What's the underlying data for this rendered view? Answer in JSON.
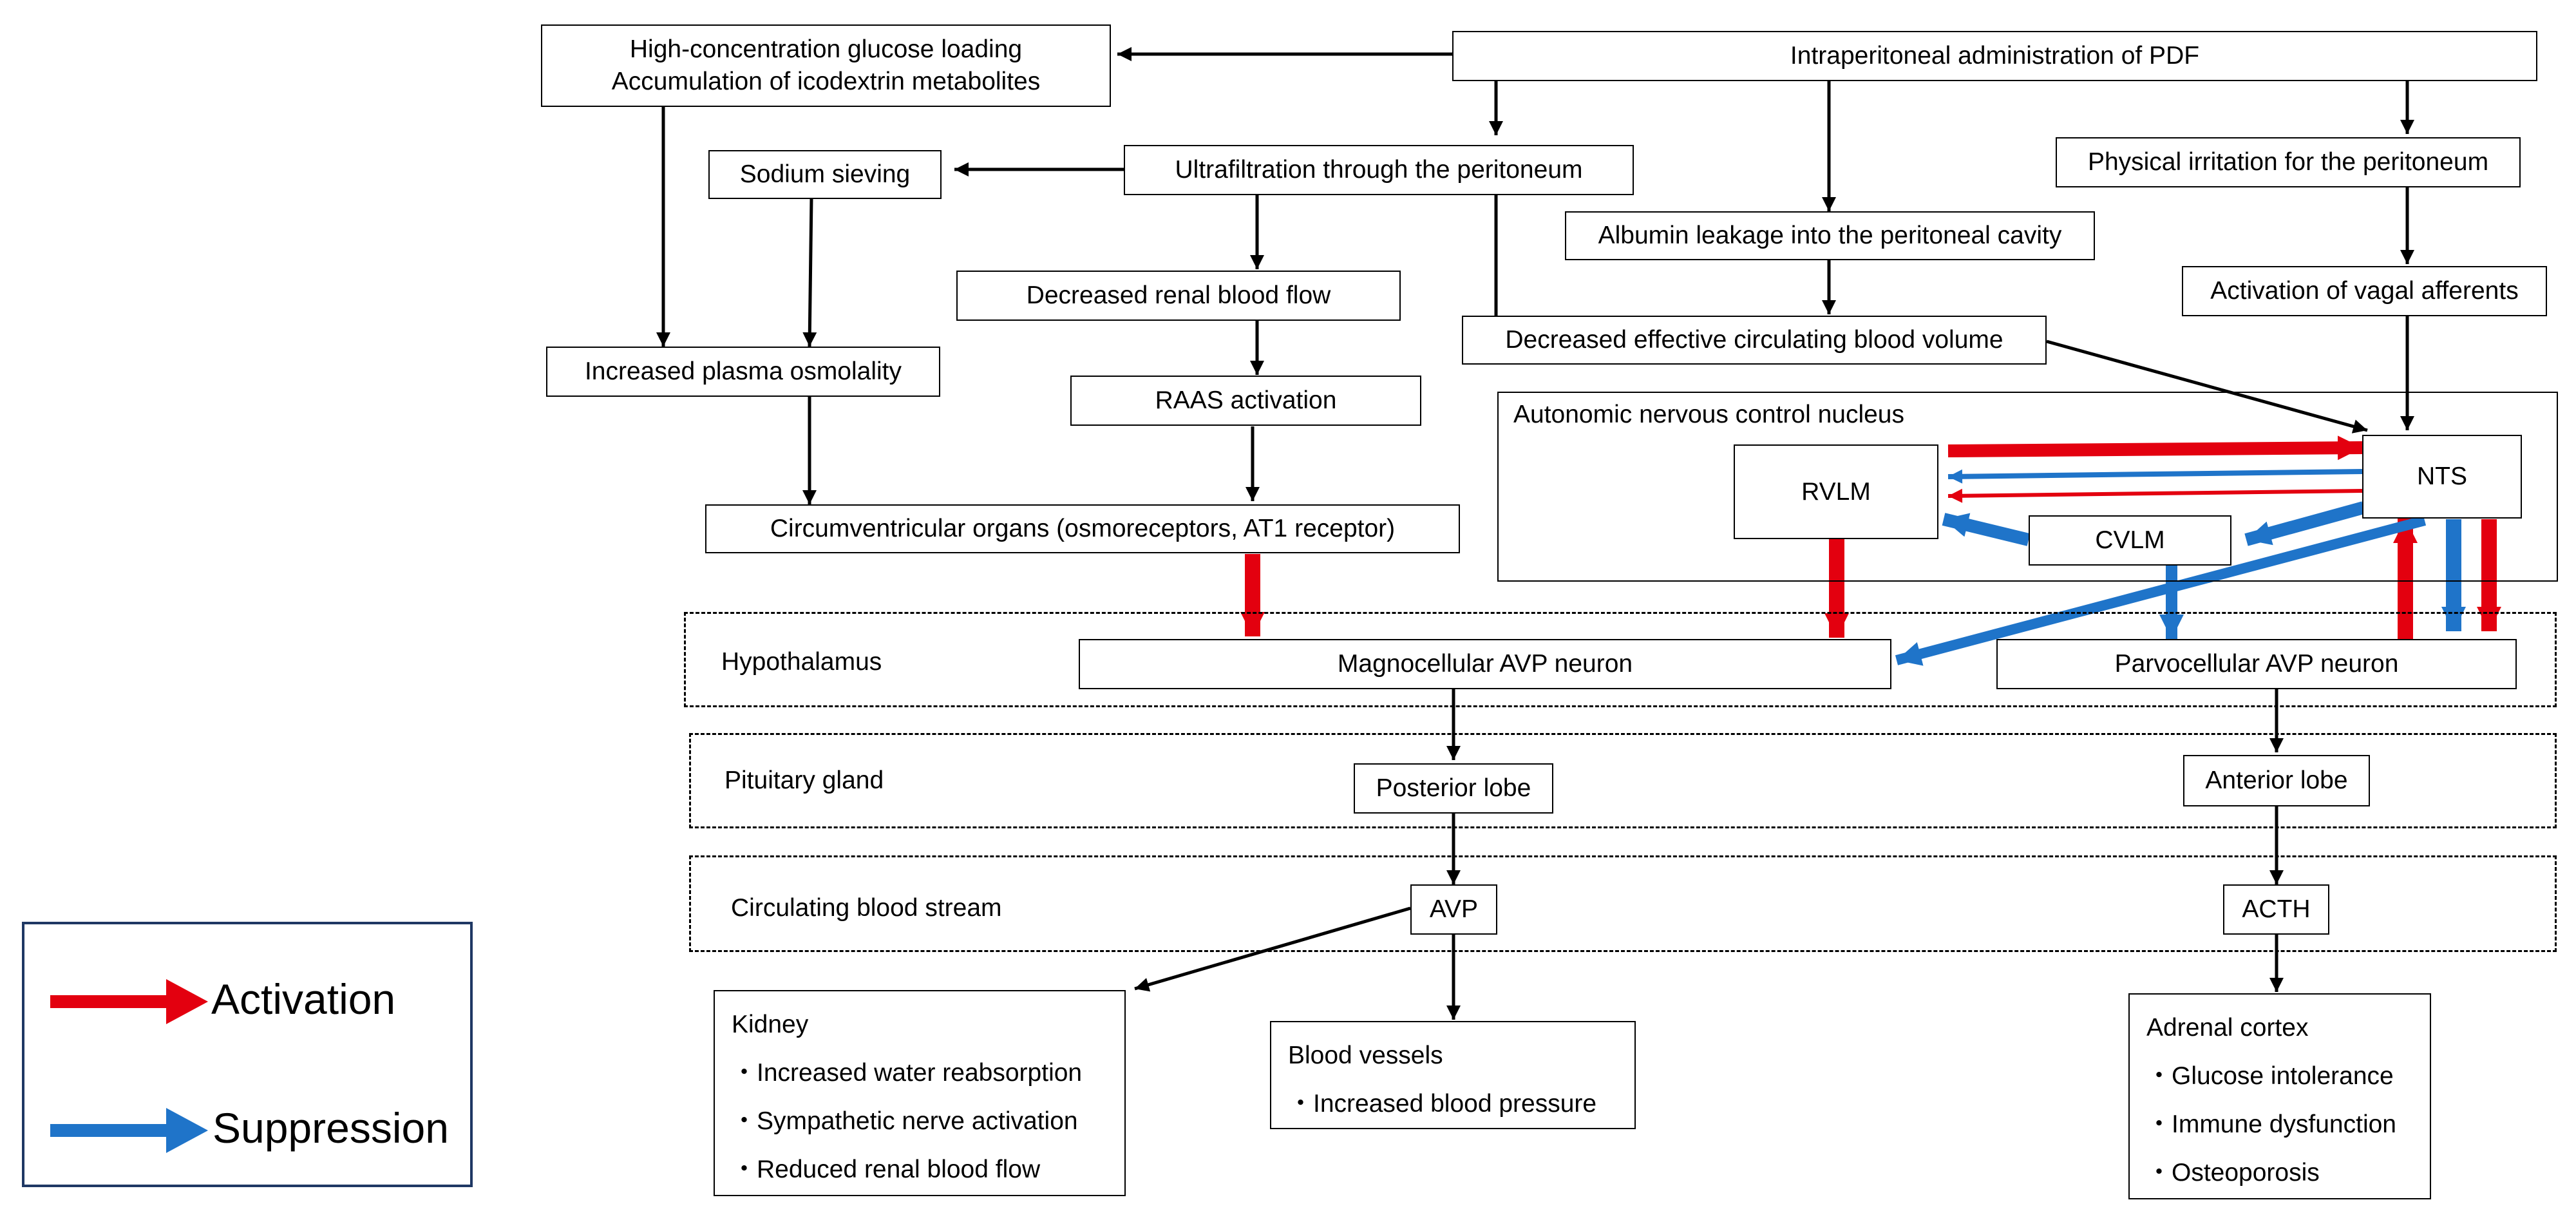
{
  "colors": {
    "activation": "#e3000f",
    "suppression": "#1f74c9",
    "neutral": "#000000"
  },
  "nodes": {
    "pdf": "Intraperitoneal administration of PDF",
    "glucose": [
      "High-concentration glucose loading",
      "Accumulation of icodextrin metabolites"
    ],
    "ultrafiltration": "Ultrafiltration through the peritoneum",
    "sodium": "Sodium sieving",
    "physical": "Physical irritation for the peritoneum",
    "albumin": "Albumin leakage into the peritoneal cavity",
    "vagal": "Activation of vagal afferents",
    "renal_flow": "Decreased renal blood flow",
    "ecbv": "Decreased effective circulating blood volume",
    "osmolality": "Increased plasma osmolality",
    "raas": "RAAS activation",
    "cvo": "Circumventricular organs (osmoreceptors, AT1 receptor)",
    "rvlm": "RVLM",
    "cvlm": "CVLM",
    "nts": "NTS",
    "magno": "Magnocellular AVP neuron",
    "parvo": "Parvocellular AVP neuron",
    "posterior": "Posterior lobe",
    "anterior": "Anterior lobe",
    "avp": "AVP",
    "acth": "ACTH"
  },
  "regions": {
    "autonomic": "Autonomic nervous control nucleus",
    "hypothalamus": "Hypothalamus",
    "pituitary": "Pituitary gland",
    "circulation": "Circulating blood stream"
  },
  "outcomes": {
    "kidney": {
      "title": "Kidney",
      "items": [
        "・Increased water reabsorption",
        "・Sympathetic nerve activation",
        "・Reduced renal blood flow"
      ]
    },
    "vessels": {
      "title": "Blood vessels",
      "items": [
        "・Increased blood pressure"
      ]
    },
    "adrenal": {
      "title": "Adrenal cortex",
      "items": [
        "・Glucose intolerance",
        "・Immune dysfunction",
        "・Osteoporosis"
      ]
    }
  },
  "legend": {
    "activation": "Activation",
    "suppression": "Suppression"
  }
}
